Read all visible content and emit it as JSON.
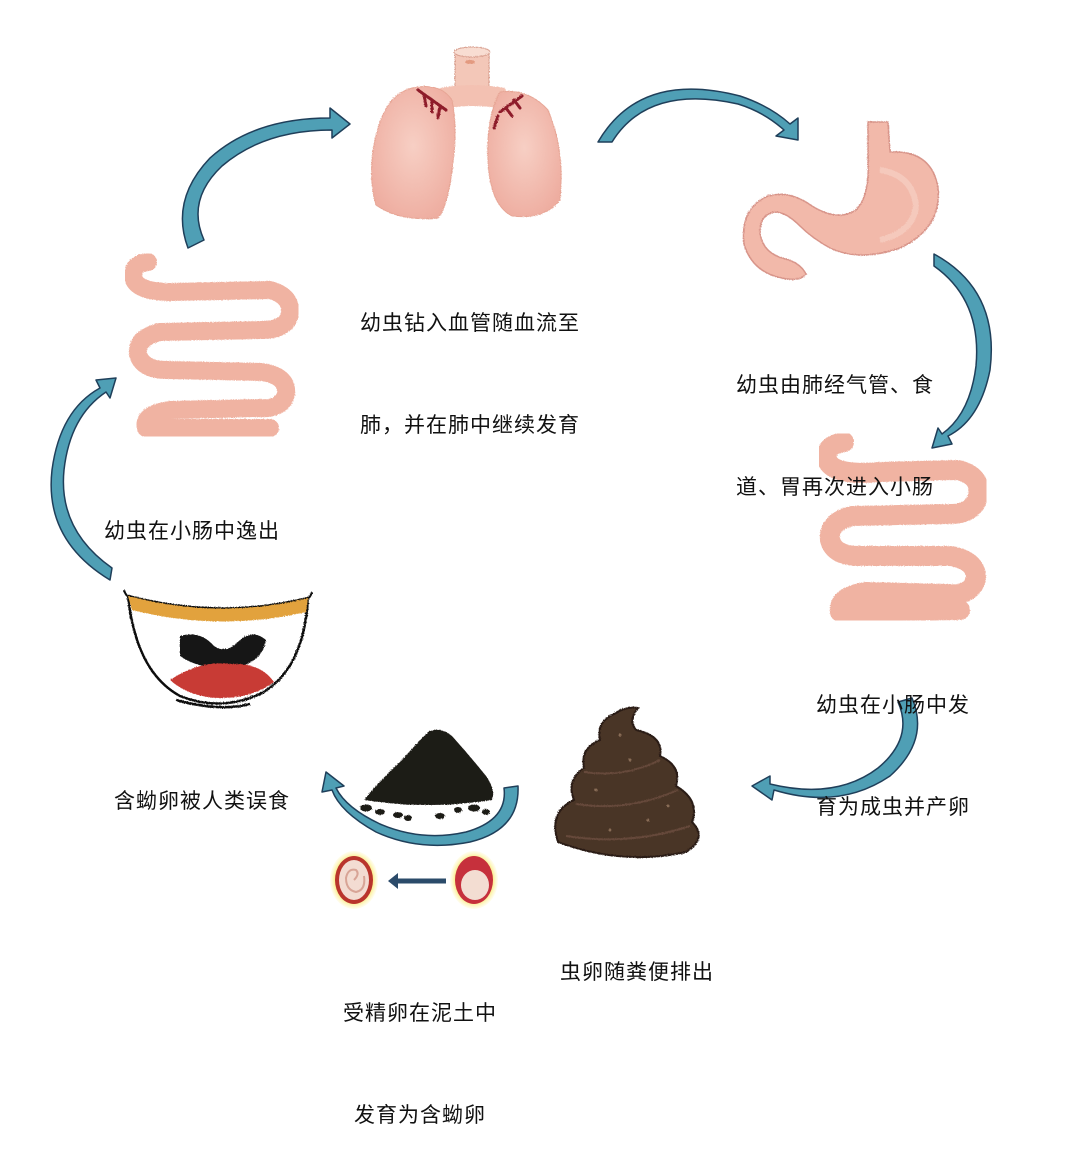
{
  "diagram": {
    "type": "life-cycle",
    "colors": {
      "arrow_fill": "#4f9fb5",
      "arrow_stroke": "#1f3f5a",
      "organ_pink": "#f2b5a6",
      "organ_dark": "#d98d7f",
      "bronchi": "#8e1b2a",
      "feces": "#4a3426",
      "soil": "#1e1a18",
      "lip_red": "#c83a34",
      "lip_gold": "#e2a23c",
      "egg_yellow": "#f6e24a",
      "egg_red": "#c6303c",
      "egg_inner": "#f4d9cf",
      "small_arrow": "#2b4b6a"
    },
    "stages": [
      {
        "id": "lungs",
        "image": "lungs-illustration",
        "lines": [
          "幼虫钻入血管随血流至",
          "肺，并在肺中继续发育"
        ]
      },
      {
        "id": "stomach",
        "image": "stomach-illustration",
        "lines": [
          "幼虫由肺经气管、食",
          "道、胃再次进入小肠"
        ]
      },
      {
        "id": "intestine-adult",
        "image": "small-intestine-illustration",
        "lines": [
          "幼虫在小肠中发",
          "育为成虫并产卵"
        ]
      },
      {
        "id": "feces",
        "image": "feces-illustration",
        "lines": [
          "虫卵随粪便排出"
        ]
      },
      {
        "id": "soil",
        "image": "soil-and-eggs-illustration",
        "lines": [
          "受精卵在泥土中",
          "发育为含蚴卵"
        ]
      },
      {
        "id": "mouth",
        "image": "mouth-illustration",
        "lines": [
          "含蚴卵被人类误食"
        ]
      },
      {
        "id": "intestine-hatch",
        "image": "small-intestine-illustration",
        "lines": [
          "幼虫在小肠中逸出"
        ]
      }
    ]
  }
}
